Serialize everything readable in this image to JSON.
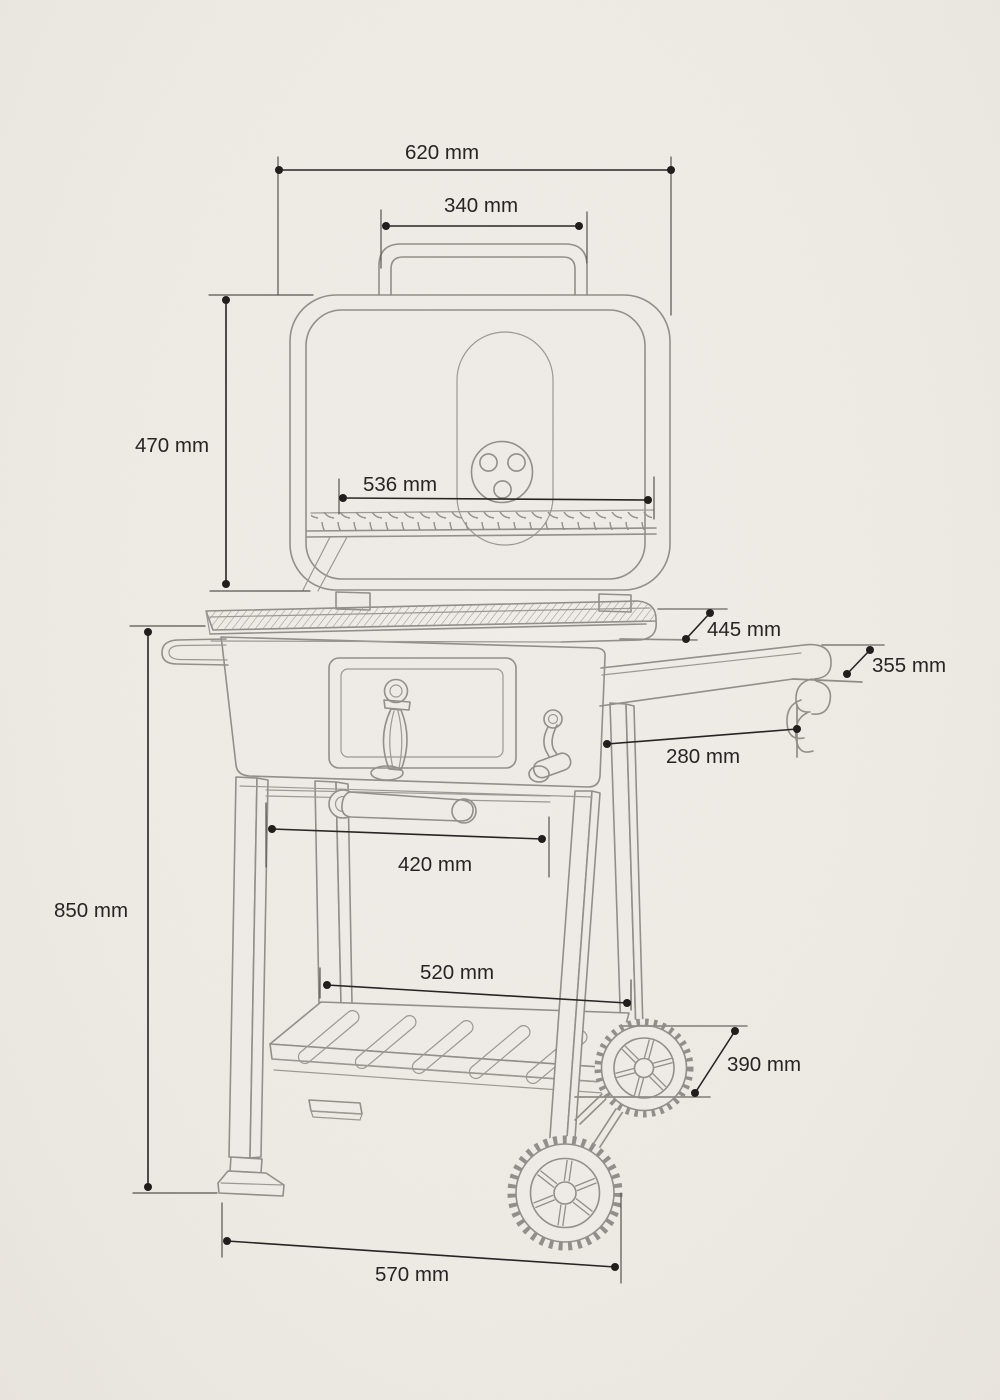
{
  "figure": {
    "alt": "Technical line drawing of a charcoal barbecue grill with lid open, side shelf, bottom shelf and two wheels, annotated with dimensions",
    "background_color": "#efece7",
    "sketch_line_color": "#918d88",
    "dimension_line_color": "#242120",
    "text_color": "#232120"
  },
  "dimensions": {
    "overall_width": {
      "label": "620 mm",
      "value": 620,
      "unit": "mm"
    },
    "lid_handle_width": {
      "label": "340 mm",
      "value": 340,
      "unit": "mm"
    },
    "lid_height": {
      "label": "470 mm",
      "value": 470,
      "unit": "mm"
    },
    "grate_width": {
      "label": "536 mm",
      "value": 536,
      "unit": "mm"
    },
    "overall_depth": {
      "label": "445 mm",
      "value": 445,
      "unit": "mm"
    },
    "side_shelf_depth": {
      "label": "355 mm",
      "value": 355,
      "unit": "mm"
    },
    "side_shelf_length": {
      "label": "280 mm",
      "value": 280,
      "unit": "mm"
    },
    "front_frame_width": {
      "label": "420 mm",
      "value": 420,
      "unit": "mm"
    },
    "total_height": {
      "label": "850 mm",
      "value": 850,
      "unit": "mm"
    },
    "bottom_shelf_width": {
      "label": "520 mm",
      "value": 520,
      "unit": "mm"
    },
    "wheel_height": {
      "label": "390 mm",
      "value": 390,
      "unit": "mm"
    },
    "base_width": {
      "label": "570 mm",
      "value": 570,
      "unit": "mm"
    }
  }
}
